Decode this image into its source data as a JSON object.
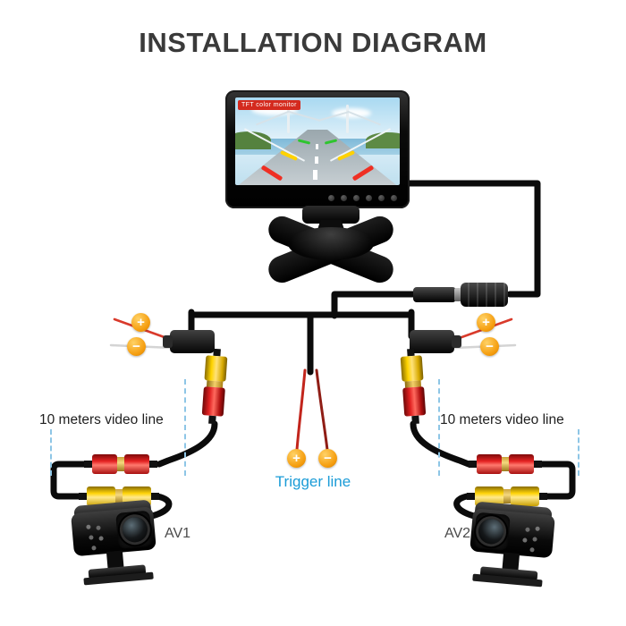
{
  "title": "INSTALLATION DIAGRAM",
  "monitor": {
    "screen_badge": "TFT color monitor"
  },
  "labels": {
    "left_video_line": "10 meters video line",
    "right_video_line": "10 meters video line",
    "trigger_line": "Trigger line",
    "camera_av1": "AV1",
    "camera_av2": "AV2"
  },
  "icons": {
    "plus": "+",
    "minus": "−"
  },
  "colors": {
    "cable": "#0b0b0b",
    "rca_red": "#e42222",
    "rca_yellow": "#ffd40a",
    "power_badge": "#f59d0e",
    "trigger_label": "#1b9cd7",
    "measure_dash": "#8ec6e6"
  }
}
